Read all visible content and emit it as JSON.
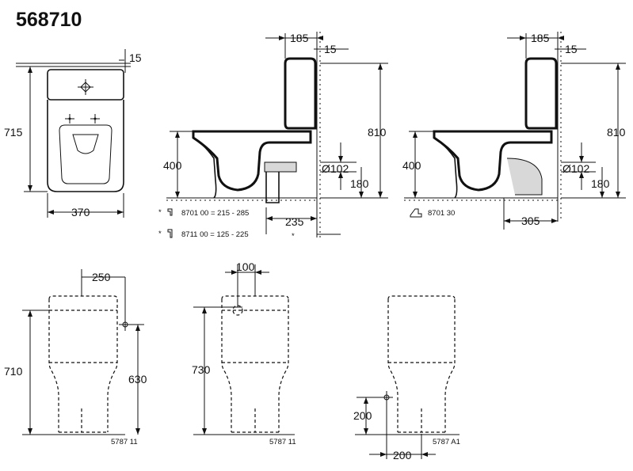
{
  "title": "568710",
  "top_view": {
    "dim_15": "15",
    "dim_715": "715",
    "dim_370": "370"
  },
  "section_left": {
    "dim_185": "185",
    "dim_15": "15",
    "dim_810": "810",
    "dim_400": "400",
    "dim_d102": "Ø102",
    "dim_180": "180",
    "dim_235": "235",
    "note1": "8701 00 = 215 - 285",
    "note2": "8711 00 = 125 - 225",
    "star": "*"
  },
  "section_right": {
    "dim_185": "185",
    "dim_15": "15",
    "dim_810": "810",
    "dim_400": "400",
    "dim_d102": "Ø102",
    "dim_180": "180",
    "dim_305": "305",
    "note": "8701 30"
  },
  "front_1": {
    "dim_250": "250",
    "dim_710": "710",
    "dim_630": "630",
    "code": "5787 11"
  },
  "front_2": {
    "dim_100": "100",
    "dim_730": "730",
    "code": "5787 11"
  },
  "front_3": {
    "dim_200a": "200",
    "dim_200b": "200",
    "code": "5787 A1"
  }
}
